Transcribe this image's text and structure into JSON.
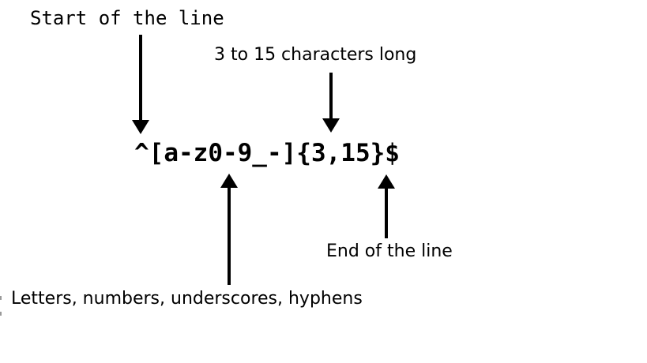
{
  "diagram": {
    "title_context": "Regex username pattern explanation",
    "regex_pattern": "^[a-z0-9_-]{3,15}$",
    "labels": {
      "start_of_line": "Start of the line",
      "length": "3 to 15 characters long",
      "end_of_line": "End of the line",
      "charset": "Letters, numbers, underscores, hyphens"
    },
    "annotations": [
      {
        "label": "Start of the line",
        "points_to": "^",
        "arrow_direction": "down"
      },
      {
        "label": "3 to 15 characters long",
        "points_to": "{3,15}",
        "arrow_direction": "down"
      },
      {
        "label": "Letters, numbers, underscores, hyphens",
        "points_to": "[a-z0-9_-]",
        "arrow_direction": "up"
      },
      {
        "label": "End of the line",
        "points_to": "$",
        "arrow_direction": "up"
      }
    ],
    "colors": {
      "foreground": "#000000",
      "background": "#ffffff"
    }
  }
}
